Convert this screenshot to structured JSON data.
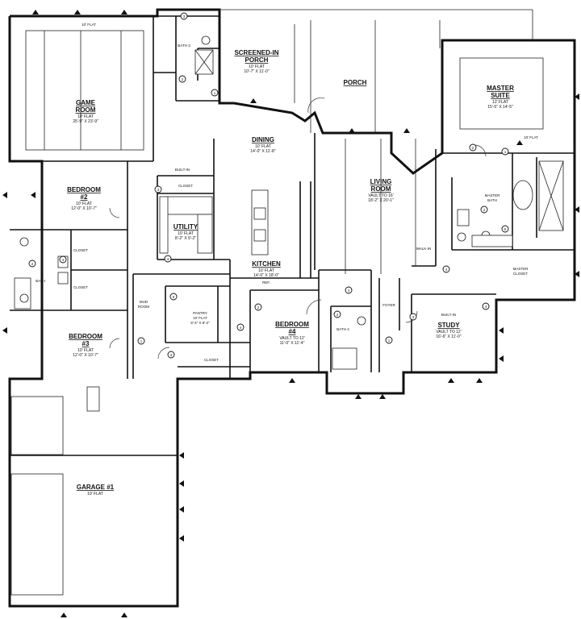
{
  "rooms": {
    "game_room": {
      "name": [
        "GAME",
        "ROOM"
      ],
      "sub": [
        "10' FLAT",
        "25'-9\" X 23'-9\""
      ],
      "top_note": "10' FLAT"
    },
    "screened_porch": {
      "name": [
        "SCREENED-IN",
        "PORCH"
      ],
      "sub": [
        "10' FLAT",
        "10'-7\" X 11'-0\""
      ]
    },
    "porch": {
      "name": [
        "PORCH"
      ],
      "sub": []
    },
    "master_suite": {
      "name": [
        "MASTER",
        "SUITE"
      ],
      "sub": [
        "12' FLAT",
        "15'-5\" X 14'-5\""
      ],
      "note": "10' FLAT"
    },
    "dining": {
      "name": [
        "DINING"
      ],
      "sub": [
        "10' FLAT",
        "14'-0\" X 11'-8\""
      ]
    },
    "living_room": {
      "name": [
        "LIVING",
        "ROOM"
      ],
      "sub": [
        "VAULT TO 16'",
        "18'-2\" X 20'-1\""
      ]
    },
    "bedroom2": {
      "name": [
        "BEDROOM",
        "#2"
      ],
      "sub": [
        "10' FLAT",
        "12'-0\" X 10'-7\""
      ]
    },
    "utility": {
      "name": [
        "UTILITY"
      ],
      "sub": [
        "10' FLAT",
        "8'-2\" X 9'-2\""
      ]
    },
    "kitchen": {
      "name": [
        "KITCHEN"
      ],
      "sub": [
        "10' FLAT",
        "14'-0\" X 18'-0\""
      ]
    },
    "master_bath": {
      "name": [
        "MASTER",
        "BATH"
      ],
      "sub": []
    },
    "master_closet": {
      "name": [
        "MASTER",
        "CLOSET"
      ],
      "sub": []
    },
    "bath2": {
      "name": [
        "BATH"
      ],
      "sub": []
    },
    "bedroom3": {
      "name": [
        "BEDROOM",
        "#3"
      ],
      "sub": [
        "10' FLAT",
        "12'-0\" X 10'-7\""
      ]
    },
    "pantry": {
      "name": [
        "PANTRY"
      ],
      "sub": [
        "10' FLAT",
        "8'-4\" X 8'-2\""
      ]
    },
    "bedroom4": {
      "name": [
        "BEDROOM",
        "#4"
      ],
      "sub": [
        "VAULT TO 12'",
        "11'-0\" X 11'-4\""
      ]
    },
    "study": {
      "name": [
        "STUDY"
      ],
      "sub": [
        "VAULT TO 12'",
        "16'-6\" X 11'-0\""
      ]
    },
    "garage": {
      "name": [
        "GARAGE #1"
      ],
      "sub": [
        "10' FLAT"
      ]
    }
  },
  "small_labels": {
    "mud_room": [
      "MUD",
      "ROOM"
    ],
    "closet_utility": "CLOSET",
    "closet_hall": "CLOSET",
    "closet_b2": "CLOSET",
    "closet_b3": "CLOSET",
    "built_in_dining": "BUILT-IN",
    "built_in_study": "BUILT-IN",
    "foyer": "FOYER",
    "ref": "REF.",
    "bath_upper": "BATH 3",
    "bath_lower": "BATH 4",
    "walk_in": "WALK-IN"
  },
  "markers": [
    "2",
    "1",
    "3",
    "2",
    "1",
    "3",
    "4",
    "2",
    "4",
    "1",
    "3",
    "5",
    "2",
    "4",
    "4",
    "1",
    "3",
    "4",
    "2",
    "5",
    "4",
    "2"
  ]
}
